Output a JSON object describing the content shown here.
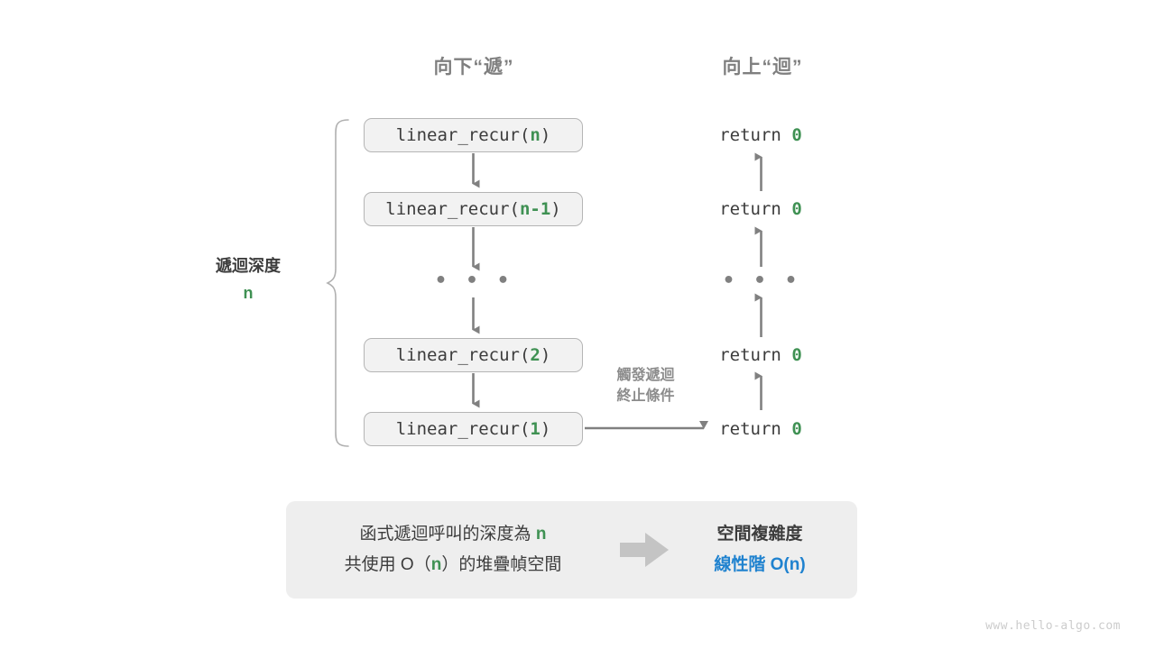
{
  "headers": {
    "down": "向下“遞”",
    "up": "向上“迴”"
  },
  "side_labels": {
    "depth_line1": "遞迴深度",
    "depth_line2": "n",
    "trigger_line1": "觸發遞迴",
    "trigger_line2": "終止條件"
  },
  "calls": [
    {
      "prefix": "linear_recur(",
      "arg": "n",
      "suffix": ")"
    },
    {
      "prefix": "linear_recur(",
      "arg": "n-1",
      "suffix": ")"
    },
    {
      "prefix": "linear_recur(",
      "arg": "2",
      "suffix": ")"
    },
    {
      "prefix": "linear_recur(",
      "arg": "1",
      "suffix": ")"
    }
  ],
  "returns": [
    {
      "keyword": "return",
      "value": "0"
    },
    {
      "keyword": "return",
      "value": "0"
    },
    {
      "keyword": "return",
      "value": "0"
    },
    {
      "keyword": "return",
      "value": "0"
    }
  ],
  "ellipsis": "• • •",
  "summary": {
    "left_line1_a": "函式遞迴呼叫的深度為 ",
    "left_line1_n": "n",
    "left_line2_a": "共使用 O（",
    "left_line2_n": "n",
    "left_line2_b": "）的堆疊幀空間",
    "right_line1": "空間複雜度",
    "right_line2_a": "線性階 ",
    "right_line2_b": "O(n)"
  },
  "watermark": "www.hello-algo.com",
  "colors": {
    "accent_green": "#3f9153",
    "accent_blue": "#1f82cf",
    "arrow_gray": "#808080",
    "panel_gray": "#eeeeee",
    "box_fill": "#f2f2f2",
    "box_border": "#b5b5b5",
    "text_dark": "#3c3c3c",
    "title_gray": "#7f7f7f"
  }
}
